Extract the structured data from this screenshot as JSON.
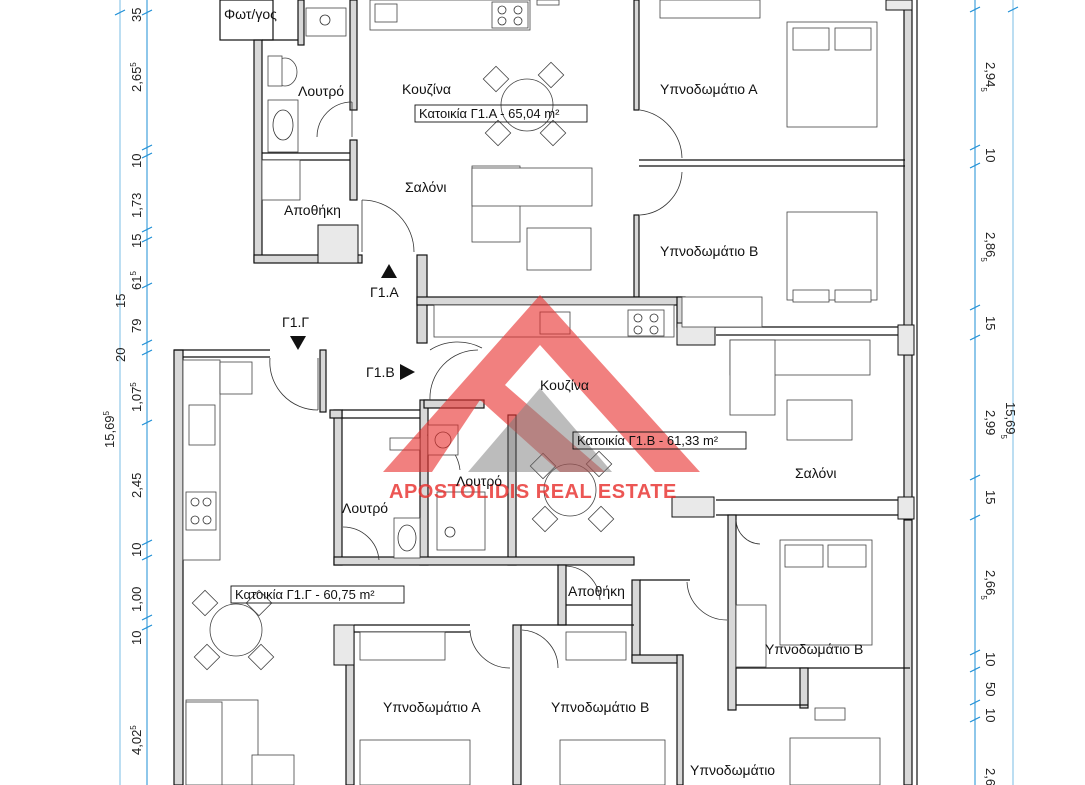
{
  "rooms": {
    "fotagogos": "Φωτ/γος",
    "loutro_a": "Λουτρό",
    "kouzina_a": "Κουζίνα",
    "ypnod_a_top": "Υπνοδωμάτιο Α",
    "saloni_a": "Σαλόνι",
    "apothiki_a": "Αποθήκη",
    "ypnod_b_top": "Υπνοδωμάτιο Β",
    "kouzina_b": "Κουζίνα",
    "saloni_b": "Σαλόνι",
    "loutro_b": "Λουτρό",
    "loutro_c": "Λουτρό",
    "apothiki_b": "Αποθήκη",
    "ypnod_b_right": "Υπνοδωμάτιο Β",
    "ypnod_a_bottom": "Υπνοδωμάτιο Α",
    "ypnod_b_bottom": "Υπνοδωμάτιο Β",
    "ypnod_bottom_right": "Υπνοδωμάτιο"
  },
  "units": {
    "g1a": "Κατοικία Γ1.Α - 65,04 m²",
    "g1b": "Κατοικία Γ1.Β - 61,33 m²",
    "g1g": "Κατοικία Γ1.Γ - 60,75 m²"
  },
  "entries": {
    "g1a": "Γ1.Α",
    "g1b": "Γ1.Β",
    "g1g": "Γ1.Γ"
  },
  "watermark": {
    "text": "APOSTOLIDIS REAL ESTATE",
    "color": "#e8322f"
  },
  "dimensions": {
    "left": [
      {
        "main": "35",
        "sup": ""
      },
      {
        "main": "2,65",
        "sup": "5"
      },
      {
        "main": "10",
        "sup": ""
      },
      {
        "main": "1,73",
        "sup": ""
      },
      {
        "main": "15",
        "sup": ""
      },
      {
        "main": "61",
        "sup": "5"
      },
      {
        "main": "79",
        "sup": ""
      },
      {
        "main": "20",
        "sup": ""
      },
      {
        "main": "1,07",
        "sup": "5"
      },
      {
        "main": "2,45",
        "sup": ""
      },
      {
        "main": "10",
        "sup": ""
      },
      {
        "main": "1,00",
        "sup": ""
      },
      {
        "main": "10",
        "sup": ""
      },
      {
        "main": "4,02",
        "sup": "5"
      }
    ],
    "left_total": {
      "main": "15,69",
      "sup": "5"
    },
    "left_total_secondary": "15",
    "right": [
      {
        "main": "2,94",
        "sup": "5"
      },
      {
        "main": "10",
        "sup": ""
      },
      {
        "main": "2,86",
        "sup": "5"
      },
      {
        "main": "15",
        "sup": ""
      },
      {
        "main": "2,99",
        "sup": ""
      },
      {
        "main": "15",
        "sup": ""
      },
      {
        "main": "2,66",
        "sup": "5"
      },
      {
        "main": "10",
        "sup": ""
      },
      {
        "main": "50",
        "sup": ""
      },
      {
        "main": "10",
        "sup": ""
      },
      {
        "main": "2,6",
        "sup": ""
      }
    ],
    "right_total": {
      "main": "15,69",
      "sup": "5"
    }
  }
}
